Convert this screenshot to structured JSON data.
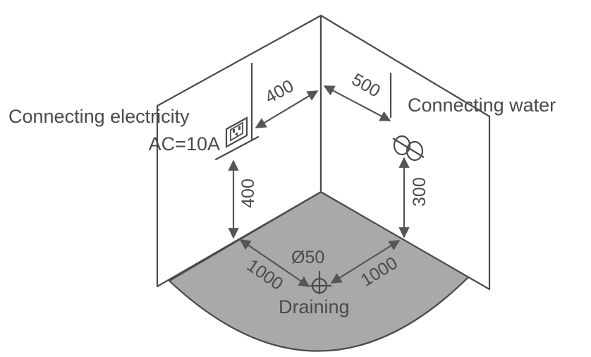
{
  "labels": {
    "electricity": "Connecting electricity",
    "current": "AC=10A",
    "water": "Connecting water",
    "draining": "Draining",
    "drain_diameter": "Ø50"
  },
  "dimensions": {
    "outlet_to_corner": "400",
    "water_to_corner": "500",
    "outlet_height": "400",
    "water_height": "300",
    "drain_left": "1000",
    "drain_right": "1000"
  },
  "colors": {
    "line": "#4a4a4a",
    "floor": "#a9a9a9",
    "background": "#ffffff"
  },
  "icons": {
    "outlet": "power-socket-icon",
    "water": "water-valve-icon",
    "drain": "floor-drain-icon"
  }
}
